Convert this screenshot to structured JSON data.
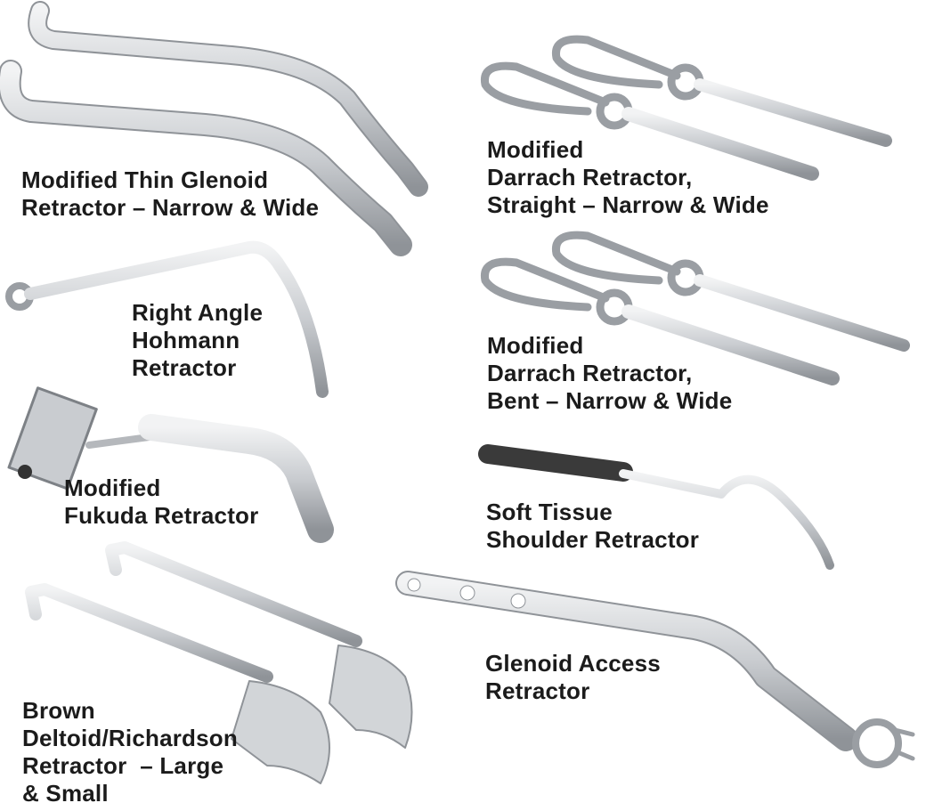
{
  "instruments": [
    {
      "lines": [
        "Modified Thin Glenoid",
        "Retractor – Narrow & Wide"
      ]
    },
    {
      "lines": [
        "Modified",
        "Darrach Retractor,",
        "Straight – Narrow & Wide"
      ]
    },
    {
      "lines": [
        "Right Angle",
        "Hohmann",
        "Retractor"
      ]
    },
    {
      "lines": [
        "Modified",
        "Darrach Retractor,",
        "Bent – Narrow & Wide"
      ]
    },
    {
      "lines": [
        "Modified",
        "Fukuda Retractor"
      ]
    },
    {
      "lines": [
        "Soft Tissue",
        "Shoulder Retractor"
      ]
    },
    {
      "lines": [
        "Glenoid Access",
        "Retractor"
      ]
    },
    {
      "lines": [
        "Brown",
        "Deltoid/Richardson",
        "Retractor  – Large",
        "& Small"
      ]
    }
  ],
  "colors": {
    "text": "#1b1b1b",
    "steel_light": "#e4e6e8",
    "steel_dark": "#8c9095",
    "handle": "#3a3a3a"
  }
}
